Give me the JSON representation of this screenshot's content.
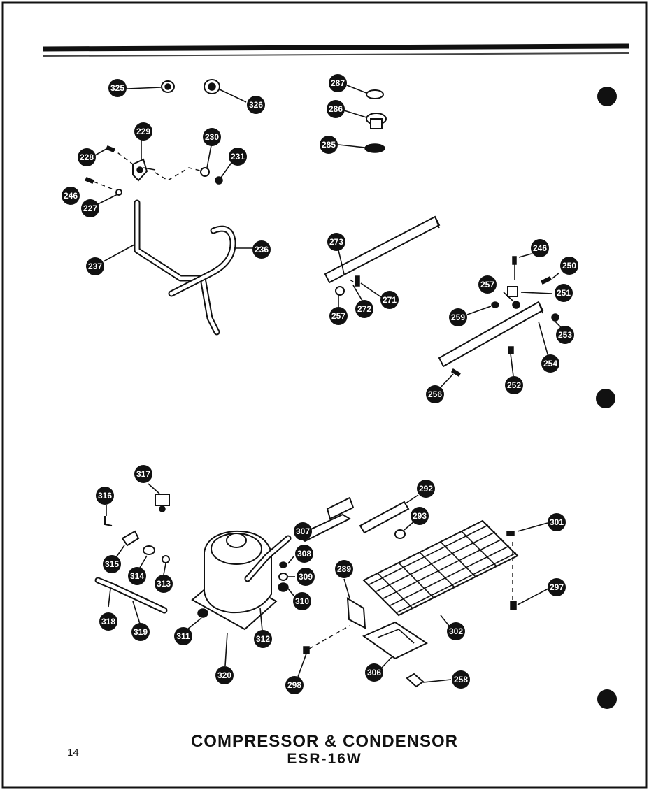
{
  "diagram": {
    "title": "COMPRESSOR & CONDENSOR",
    "model": "ESR-16W",
    "page_number": "14",
    "callouts": [
      {
        "id": "c325",
        "label": "325"
      },
      {
        "id": "c326",
        "label": "326"
      },
      {
        "id": "c287",
        "label": "287"
      },
      {
        "id": "c286",
        "label": "286"
      },
      {
        "id": "c285",
        "label": "285"
      },
      {
        "id": "c229",
        "label": "229"
      },
      {
        "id": "c228",
        "label": "228"
      },
      {
        "id": "c230",
        "label": "230"
      },
      {
        "id": "c231",
        "label": "231"
      },
      {
        "id": "c246a",
        "label": "246"
      },
      {
        "id": "c227",
        "label": "227"
      },
      {
        "id": "c236",
        "label": "236"
      },
      {
        "id": "c237",
        "label": "237"
      },
      {
        "id": "c273",
        "label": "273"
      },
      {
        "id": "c257a",
        "label": "257"
      },
      {
        "id": "c272",
        "label": "272"
      },
      {
        "id": "c271",
        "label": "271"
      },
      {
        "id": "c246b",
        "label": "246"
      },
      {
        "id": "c250",
        "label": "250"
      },
      {
        "id": "c257b",
        "label": "257"
      },
      {
        "id": "c251",
        "label": "251"
      },
      {
        "id": "c259",
        "label": "259"
      },
      {
        "id": "c253",
        "label": "253"
      },
      {
        "id": "c254",
        "label": "254"
      },
      {
        "id": "c252",
        "label": "252"
      },
      {
        "id": "c256",
        "label": "256"
      },
      {
        "id": "c317",
        "label": "317"
      },
      {
        "id": "c316",
        "label": "316"
      },
      {
        "id": "c315",
        "label": "315"
      },
      {
        "id": "c314",
        "label": "314"
      },
      {
        "id": "c313",
        "label": "313"
      },
      {
        "id": "c318",
        "label": "318"
      },
      {
        "id": "c319",
        "label": "319"
      },
      {
        "id": "c311",
        "label": "311"
      },
      {
        "id": "c312",
        "label": "312"
      },
      {
        "id": "c320",
        "label": "320"
      },
      {
        "id": "c307",
        "label": "307"
      },
      {
        "id": "c308",
        "label": "308"
      },
      {
        "id": "c309",
        "label": "309"
      },
      {
        "id": "c310",
        "label": "310"
      },
      {
        "id": "c292",
        "label": "292"
      },
      {
        "id": "c293",
        "label": "293"
      },
      {
        "id": "c301",
        "label": "301"
      },
      {
        "id": "c297",
        "label": "297"
      },
      {
        "id": "c289",
        "label": "289"
      },
      {
        "id": "c302",
        "label": "302"
      },
      {
        "id": "c306",
        "label": "306"
      },
      {
        "id": "c258",
        "label": "258"
      },
      {
        "id": "c298",
        "label": "298"
      }
    ]
  }
}
